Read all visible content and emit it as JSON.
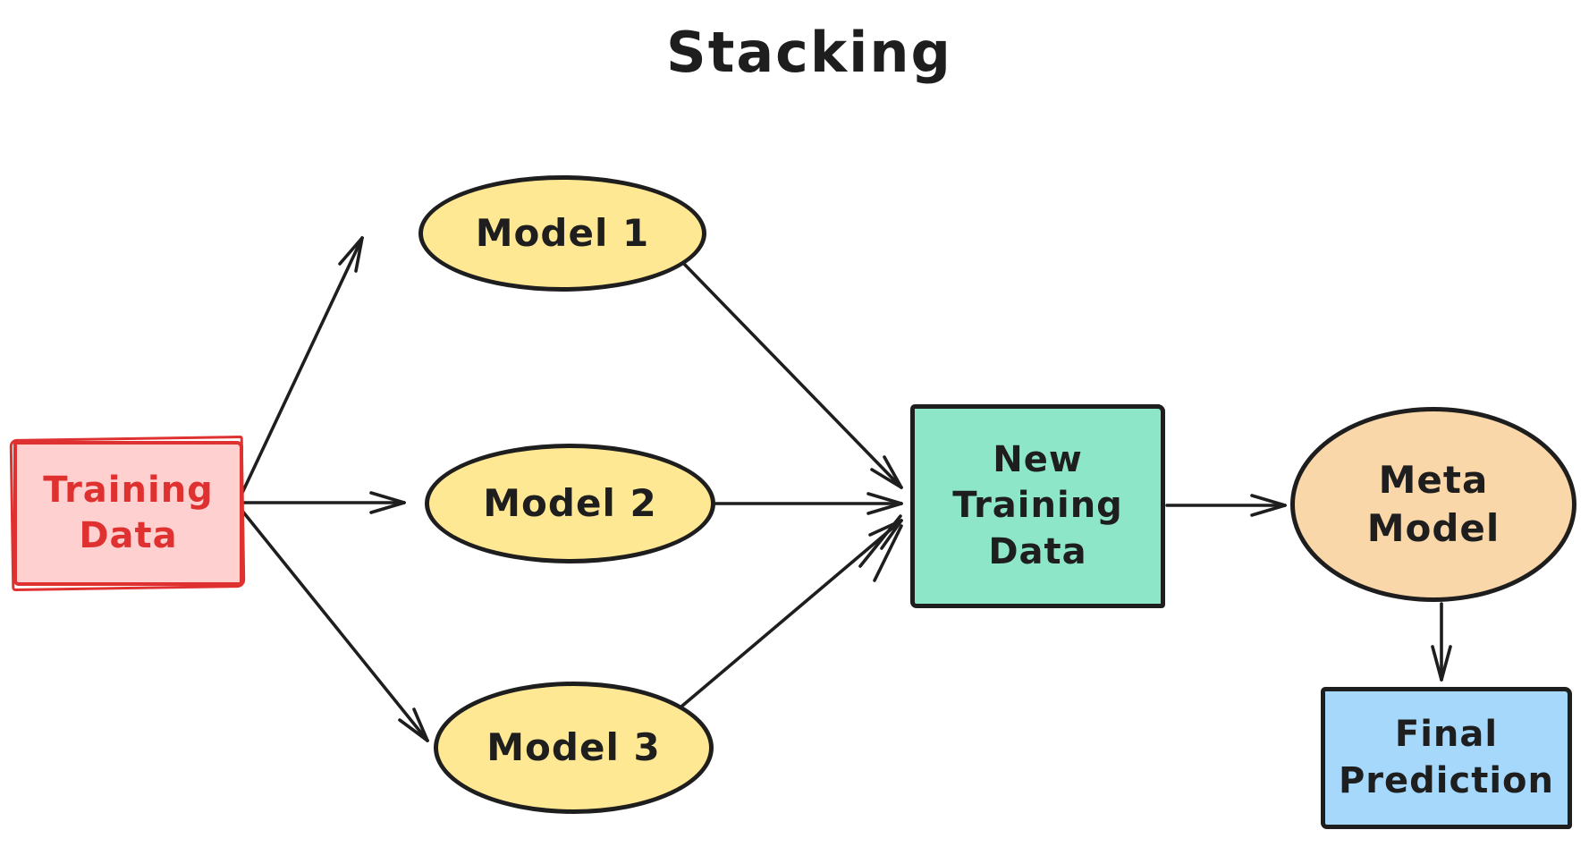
{
  "title": "Stacking",
  "colors": {
    "background": "#ffffff",
    "ink": "#1e1e1e",
    "red": "#e03131",
    "red_fill": "#ffd0d0",
    "yellow_fill": "#ffe894",
    "green_fill": "#8ee6c8",
    "orange_fill": "#fad7a9",
    "blue_fill": "#a5d8fa"
  },
  "nodes": {
    "training_data": {
      "label": "Training\nData",
      "shape": "rectangle"
    },
    "model_1": {
      "label": "Model 1",
      "shape": "ellipse"
    },
    "model_2": {
      "label": "Model 2",
      "shape": "ellipse"
    },
    "model_3": {
      "label": "Model 3",
      "shape": "ellipse"
    },
    "new_training_data": {
      "label": "New\nTraining\nData",
      "shape": "rectangle"
    },
    "meta_model": {
      "label": "Meta\nModel",
      "shape": "ellipse"
    },
    "final_prediction": {
      "label": "Final\nPrediction",
      "shape": "rectangle"
    }
  },
  "edges": [
    {
      "from": "training_data",
      "to": "model_1"
    },
    {
      "from": "training_data",
      "to": "model_2"
    },
    {
      "from": "training_data",
      "to": "model_3"
    },
    {
      "from": "model_1",
      "to": "new_training_data"
    },
    {
      "from": "model_2",
      "to": "new_training_data"
    },
    {
      "from": "model_3",
      "to": "new_training_data"
    },
    {
      "from": "new_training_data",
      "to": "meta_model"
    },
    {
      "from": "meta_model",
      "to": "final_prediction"
    }
  ]
}
